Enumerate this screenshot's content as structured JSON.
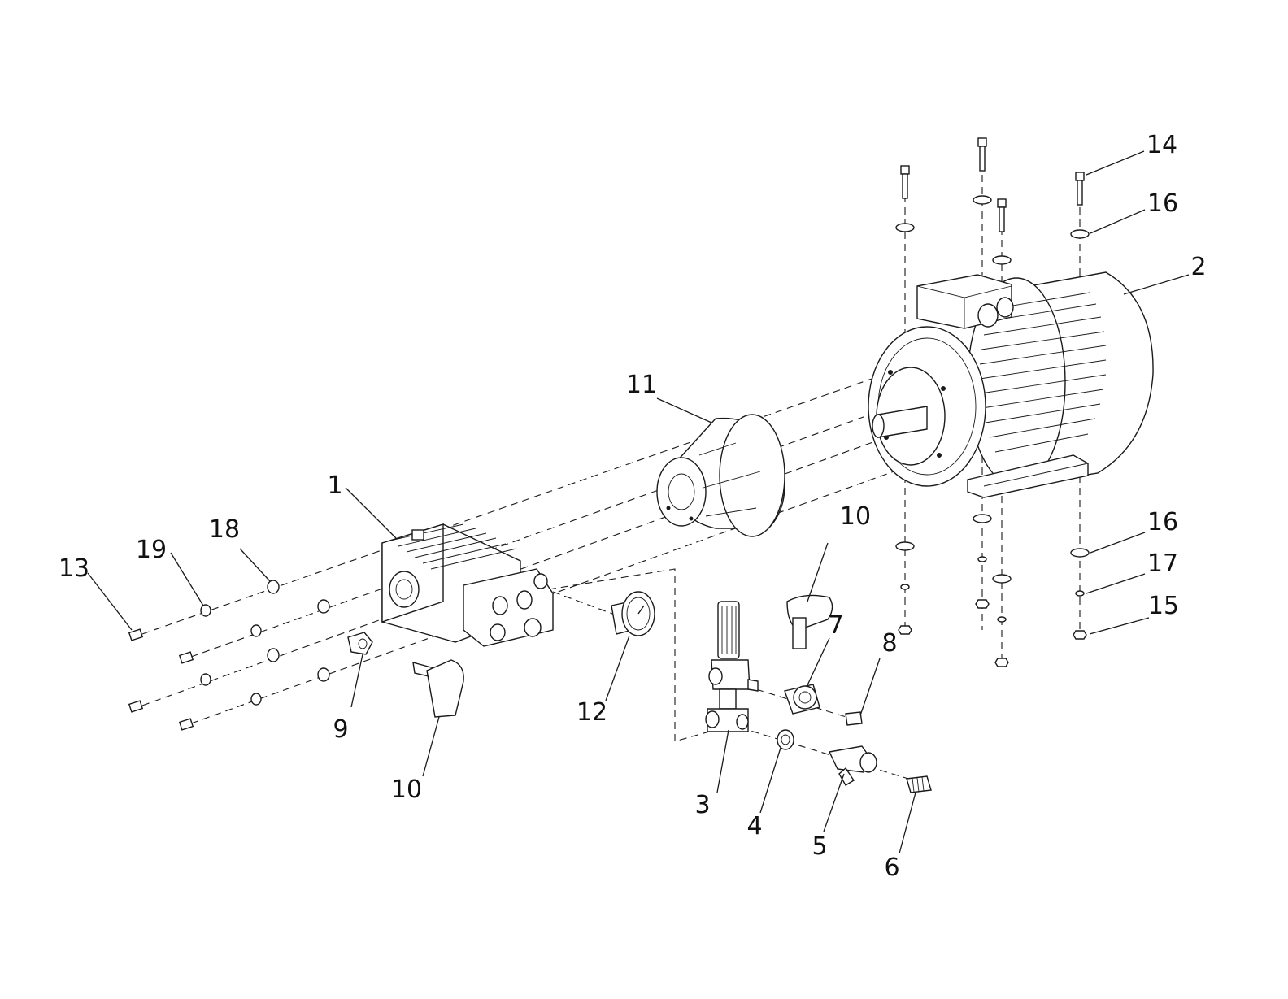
{
  "diagram": {
    "labels": {
      "pump": "1",
      "motor": "2",
      "unloader_valve": "3",
      "nipple": "4",
      "strainer": "5",
      "hose_barb": "6",
      "tee_fitting": "7",
      "plug": "8",
      "fitting_9": "9",
      "cap_right": "10",
      "cap_left": "10",
      "bell_housing": "11",
      "pressure_gauge": "12",
      "pump_bolt": "13",
      "motor_bolt": "14",
      "nut": "15",
      "washer_top": "16",
      "washer_bottom": "16",
      "lock_washer": "17",
      "flat_washer": "18",
      "spring_washer": "19"
    }
  }
}
